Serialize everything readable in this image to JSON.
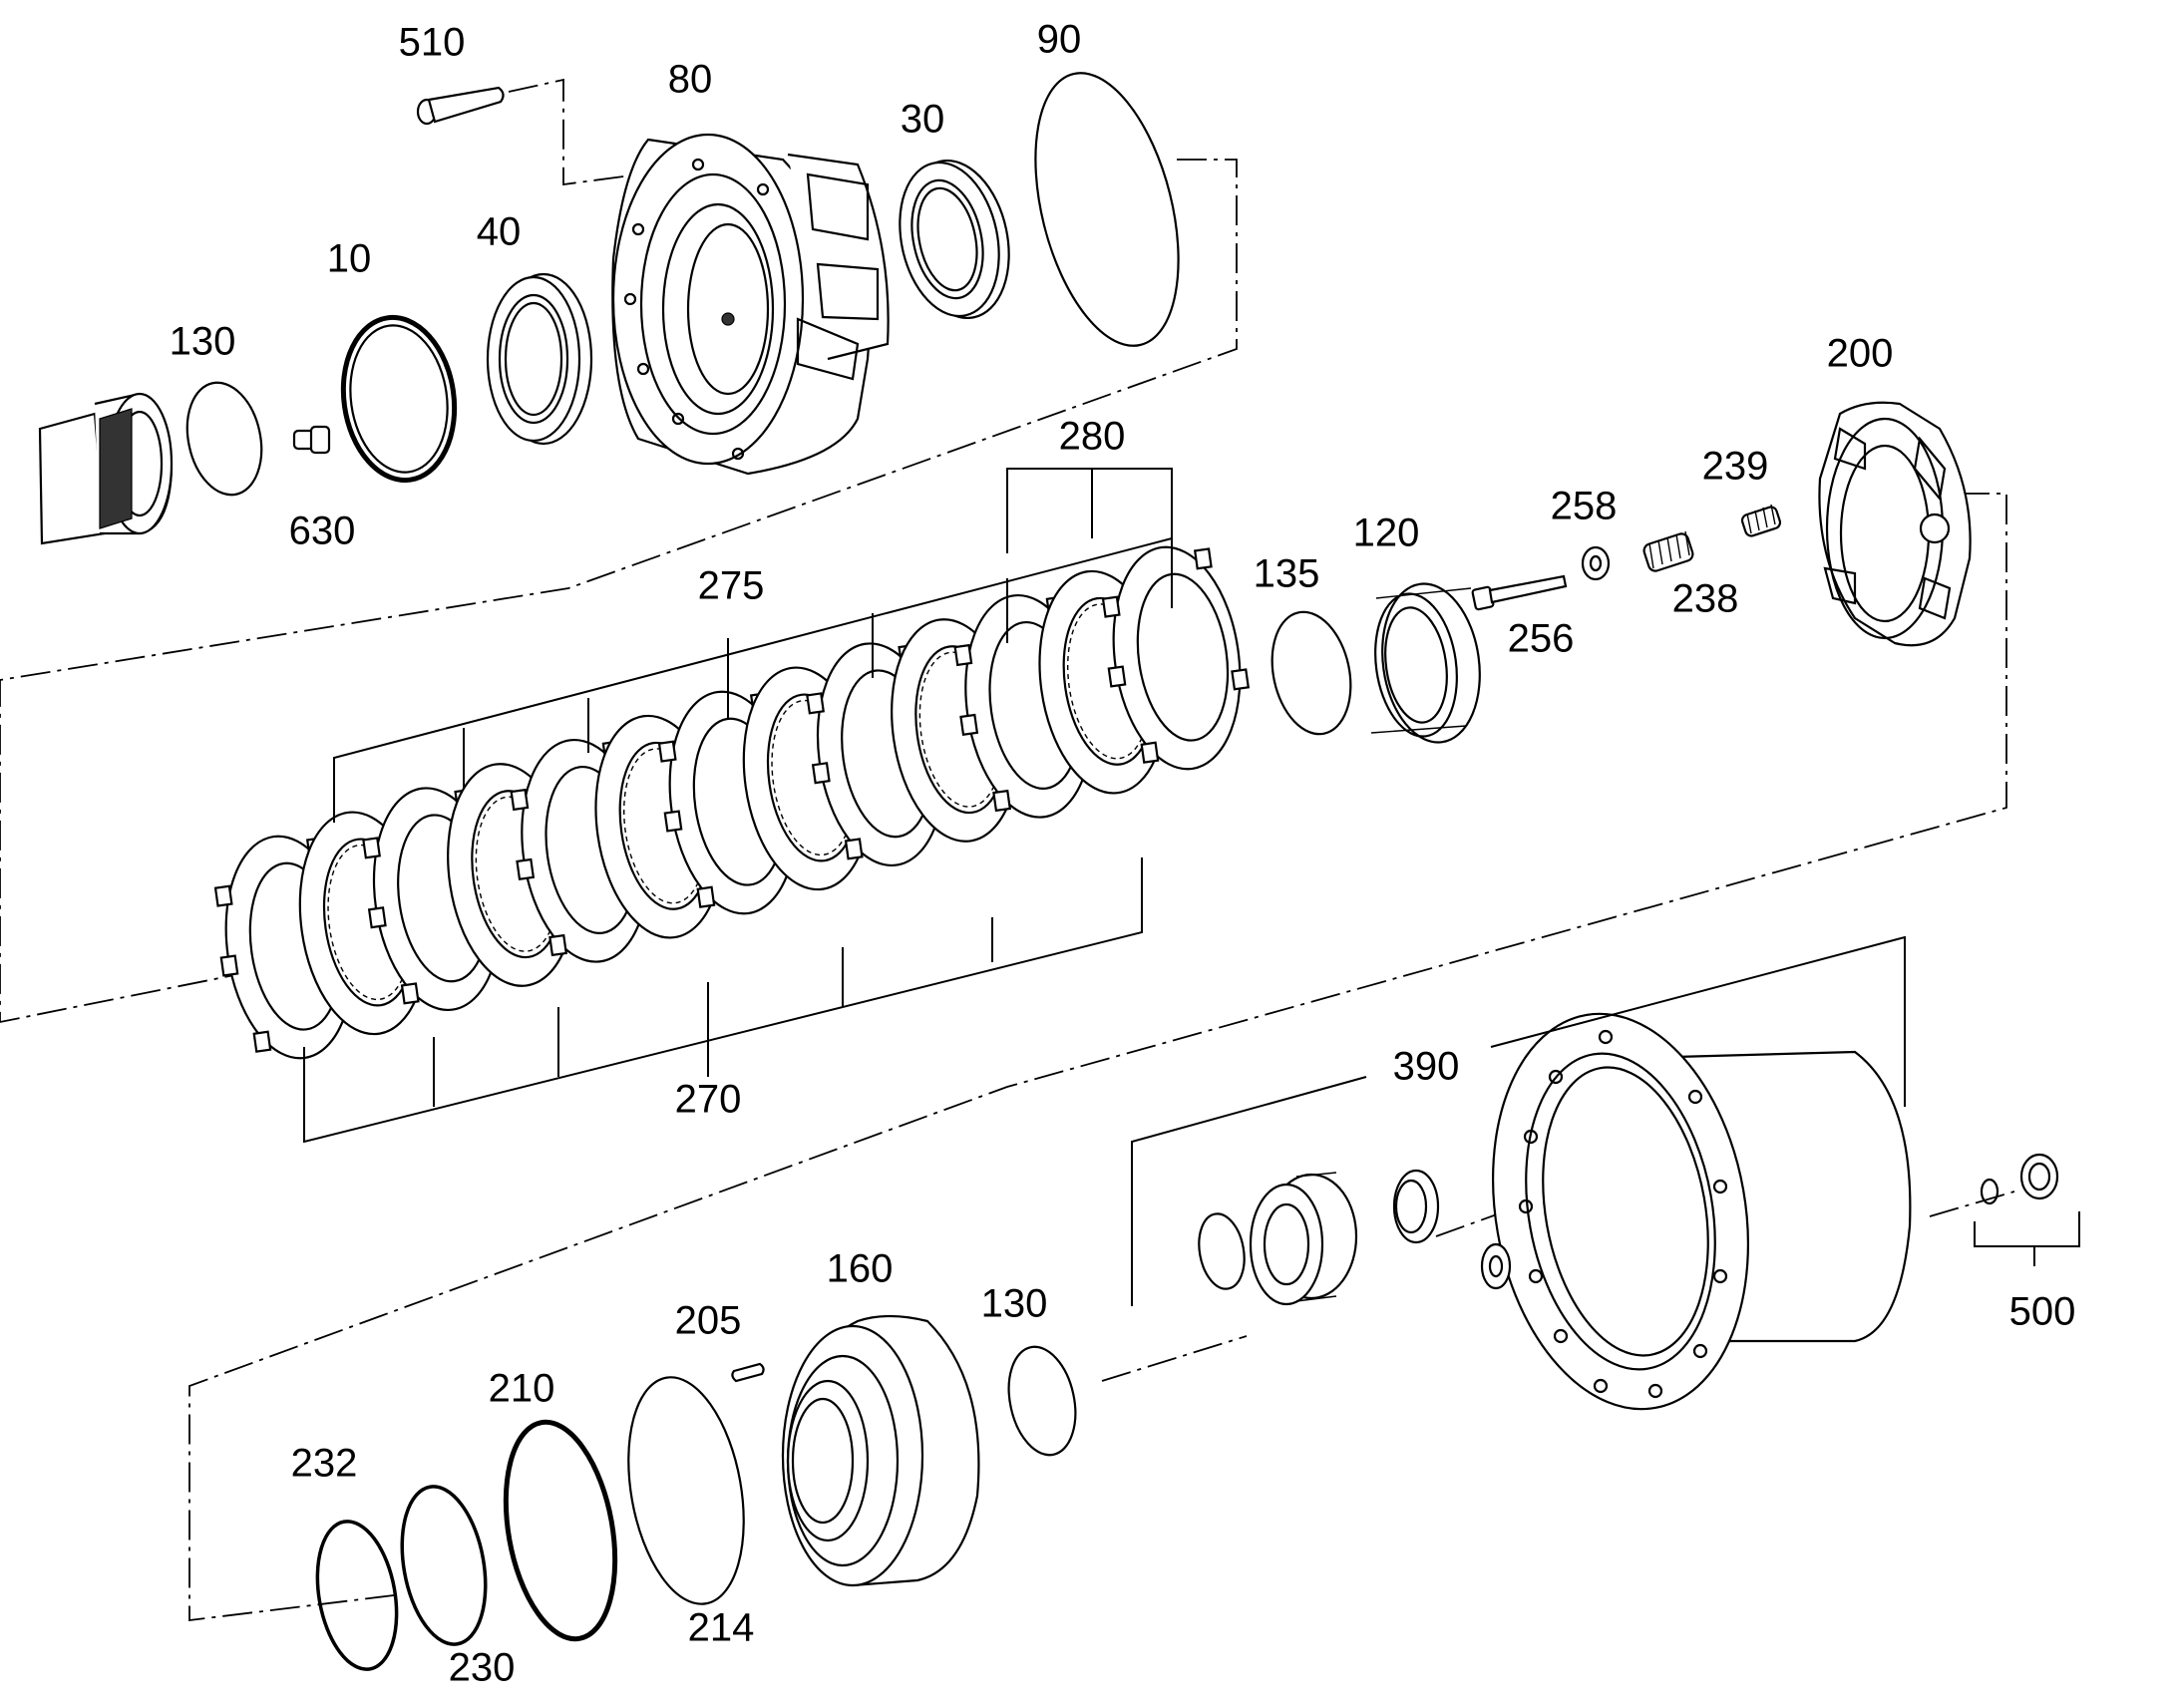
{
  "diagram": {
    "callouts": {
      "c510": "510",
      "c80": "80",
      "c90": "90",
      "c30": "30",
      "c40": "40",
      "c10": "10",
      "c130a": "130",
      "c630": "630",
      "c200": "200",
      "c280": "280",
      "c239": "239",
      "c258": "258",
      "c120": "120",
      "c135": "135",
      "c238": "238",
      "c275": "275",
      "c256": "256",
      "c270": "270",
      "c390": "390",
      "c500": "500",
      "c160": "160",
      "c130b": "130",
      "c205": "205",
      "c210": "210",
      "c232": "232",
      "c214": "214",
      "c230": "230"
    }
  }
}
